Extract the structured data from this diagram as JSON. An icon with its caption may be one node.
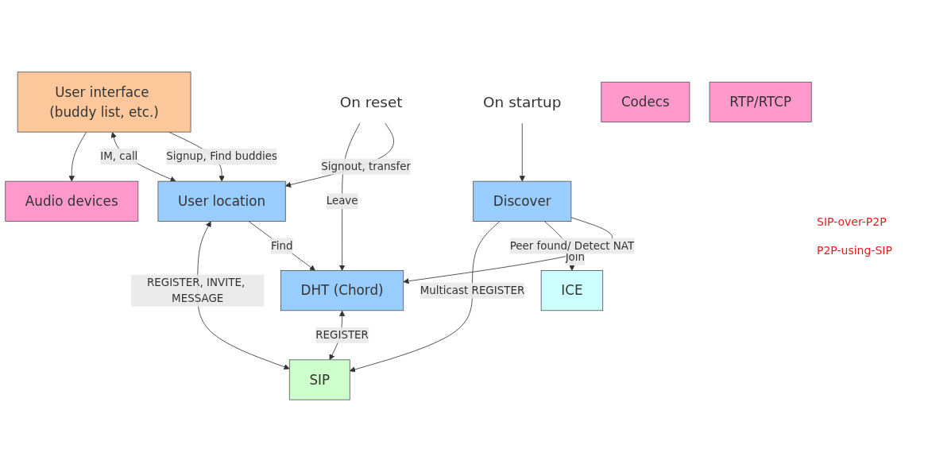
{
  "diagram": {
    "nodes": [
      {
        "text": [
          "User interface (buddy list, etc.)"
        ]
      },
      {
        "text": [
          "On reset"
        ]
      },
      {
        "text": [
          "On startup"
        ]
      },
      {
        "text": [
          "User location"
        ]
      },
      {
        "text": [
          "Discover"
        ]
      },
      {
        "text": [
          "DHT (Chord)"
        ]
      },
      {
        "text": [
          "Audio devices"
        ]
      },
      {
        "text": [
          "Codecs"
        ]
      },
      {
        "text": [
          "ICE"
        ]
      },
      {
        "text": [
          "SIP"
        ]
      },
      {
        "text": [
          "RTP/RTCP"
        ]
      }
    ],
    "edges": [
      {
        "from": 0,
        "to": 3,
        "arrow": "to",
        "label": "Signup, Find buddies"
      },
      {
        "from": 0,
        "to": 3,
        "arrow": "both",
        "label": "IM, call"
      },
      {
        "from": 0,
        "to": 6,
        "arrow": "to"
      },
      {
        "from": 1,
        "to": 3,
        "arrow": "to",
        "label": "Signout, transfer"
      },
      {
        "from": 1,
        "to": 5,
        "arrow": "to",
        "label": "Leave"
      },
      {
        "from": 2,
        "to": 4,
        "arrow": "to"
      },
      {
        "from": 3,
        "to": 5,
        "arrow": "to",
        "label": "Find"
      },
      {
        "from": 4,
        "to": 5,
        "arrow": "to",
        "label": "Join"
      },
      {
        "from": 4,
        "to": 8,
        "arrow": "to",
        "label": "Peer found/ Detect NAT"
      },
      {
        "from": 4,
        "to": 9,
        "arrow": "to",
        "label": "Multicast REGISTER"
      },
      {
        "from": 5,
        "to": 9,
        "arrow": "both",
        "label": "REGISTER"
      },
      {
        "from": 3,
        "to": 9,
        "arrow": "both",
        "label": "REGISTER, INVITE, MESSAGE"
      }
    ],
    "labels": [
      "SIP-over-P2P",
      "P2P-using-SIP"
    ]
  }
}
